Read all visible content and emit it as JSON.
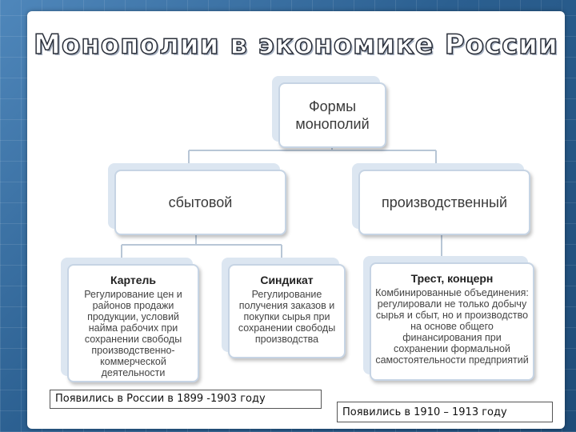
{
  "title": "Монополии в экономике России",
  "root": {
    "label": "Формы монополий"
  },
  "branches": [
    {
      "label": "сбытовой",
      "children": [
        {
          "name": "Картель",
          "description": "Регулирование цен и районов продажи продукции, условий найма рабочих при сохранении свободы производственно-коммерческой деятельности"
        },
        {
          "name": "Синдикат",
          "description": "Регулирование получения заказов и покупки сырья при сохранении свободы производства"
        }
      ]
    },
    {
      "label": "производственный",
      "children": [
        {
          "name": "Трест, концерн",
          "description": "Комбинированные объединения: регулировали не только добычу сырья и сбыт, но и производство на основе общего финансирования при сохранении формальной самостоятельности предприятий"
        }
      ]
    }
  ],
  "notes": {
    "left": "Появились в России в 1899  -1903 году",
    "right": "Появились в 1910 – 1913 году"
  }
}
